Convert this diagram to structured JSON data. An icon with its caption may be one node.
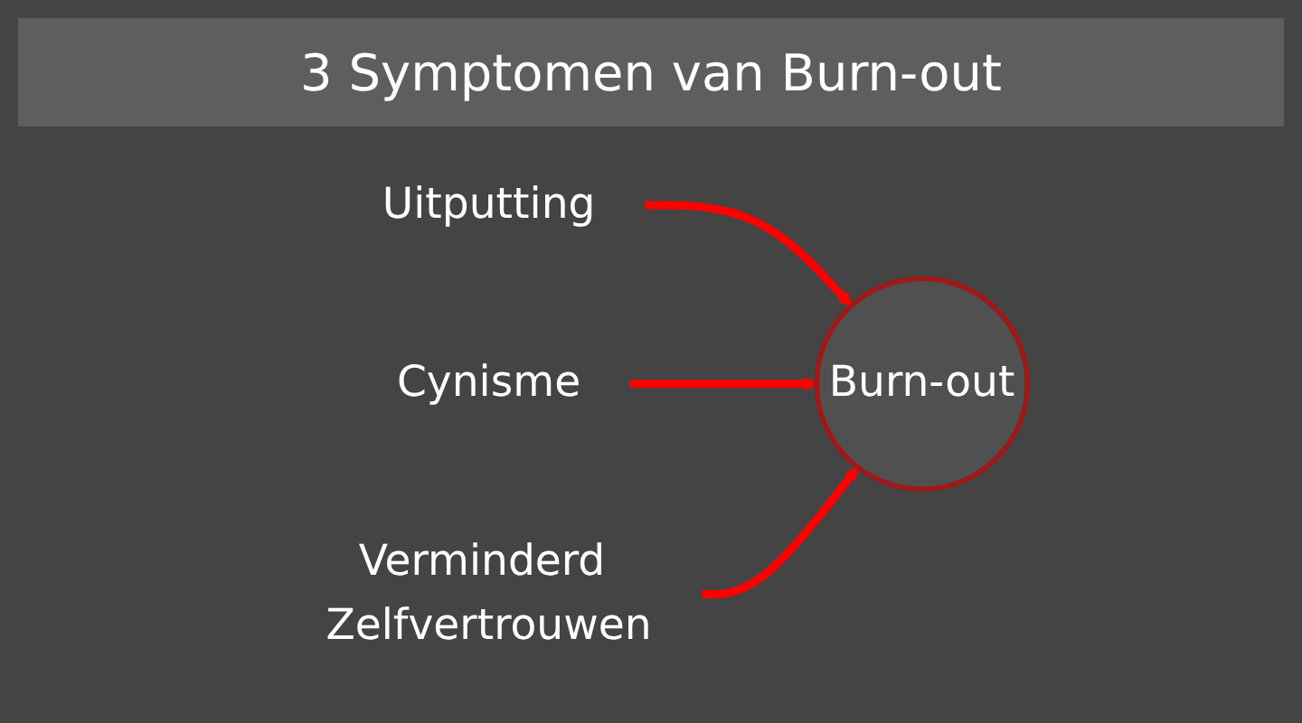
{
  "diagram": {
    "title": "3 Symptomen van Burn-out",
    "nodes": [
      {
        "text": [
          "Burn-out"
        ]
      },
      {
        "text": [
          "Uitputting"
        ]
      },
      {
        "text": [
          "Cynisme"
        ]
      },
      {
        "text": [
          "Verminderd Zelfvertrouwen"
        ]
      }
    ],
    "edges": [
      {
        "from": 1,
        "to": 0,
        "arrow": "to"
      },
      {
        "from": 2,
        "to": 0,
        "arrow": "to"
      },
      {
        "from": 3,
        "to": 0,
        "arrow": "to"
      }
    ]
  }
}
